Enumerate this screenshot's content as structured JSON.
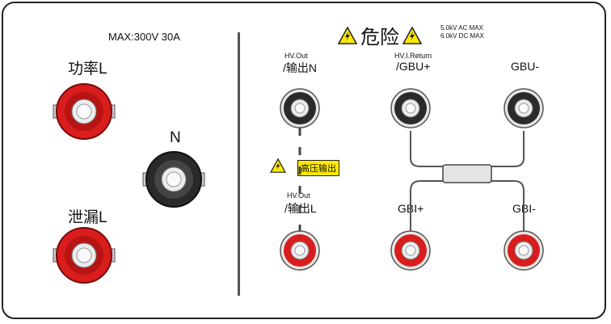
{
  "left": {
    "rating": "MAX:300V 30A",
    "power_l": "功率L",
    "neutral": "N",
    "leak_l": "泄漏L"
  },
  "header": {
    "danger": "危险",
    "limit_ac": "5.0kV AC MAX",
    "limit_dc": "6.0kV DC MAX"
  },
  "terminals": {
    "hv_out_top_small": "HV.Out",
    "hv_out_n": "/输出N",
    "hv_return_small": "HV.I.Return",
    "gbu_plus": "/GBU+",
    "gbu_minus": "GBU-",
    "hv_out_bottom_small": "HV.Out",
    "hv_out_l": "/输出L",
    "gbi_plus": "GBI+",
    "gbi_minus": "GBI-",
    "hv_badge": "高压输出"
  },
  "colors": {
    "red_terminal": "#d91d1d",
    "black_terminal": "#2a2a2a",
    "warning_yellow": "#ffea00"
  }
}
